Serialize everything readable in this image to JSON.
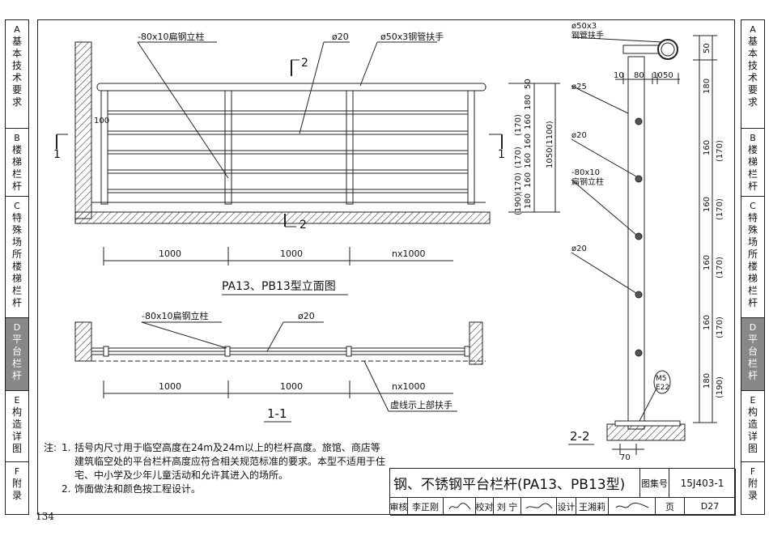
{
  "left_tabs": [
    {
      "code": "A",
      "label": "基本技术要求",
      "active": false
    },
    {
      "code": "B",
      "label": "楼梯栏杆",
      "active": false
    },
    {
      "code": "C",
      "label": "特殊场所楼梯栏杆",
      "active": false
    },
    {
      "code": "D",
      "label": "平台栏杆",
      "active": true
    },
    {
      "code": "E",
      "label": "构造详图",
      "active": false
    },
    {
      "code": "F",
      "label": "附录",
      "active": false
    }
  ],
  "right_tabs": [
    {
      "code": "A",
      "label": "基本技术要求",
      "active": false
    },
    {
      "code": "B",
      "label": "楼梯栏杆",
      "active": false
    },
    {
      "code": "C",
      "label": "特殊场所楼梯栏杆",
      "active": false
    },
    {
      "code": "D",
      "label": "平台栏杆",
      "active": true
    },
    {
      "code": "E",
      "label": "构造详图",
      "active": false
    },
    {
      "code": "F",
      "label": "附录",
      "active": false
    }
  ],
  "elevation": {
    "title": "PA13、PB13型立面图",
    "labels": {
      "flat_post": "-80x10扁钢立柱",
      "rod": "ø20",
      "handrail": "ø50x3钢管扶手",
      "cut2": "2",
      "cut1": "1",
      "dim100": "100"
    },
    "dims_bottom": [
      "1000",
      "1000",
      "nx1000"
    ],
    "dims_right_a": [
      "50",
      "180",
      "160",
      "160",
      "160",
      "160",
      "180"
    ],
    "dims_right_b": [
      "(170)",
      "(170)",
      "(170)",
      "(170)",
      "(190)"
    ],
    "dim_total": "1050(1100)"
  },
  "plan": {
    "title": "1-1",
    "labels": {
      "flat_post": "-80x10扁钢立柱",
      "rod": "ø20",
      "dashed_note": "虚线示上部扶手"
    },
    "dims_bottom": [
      "1000",
      "1000",
      "nx1000"
    ]
  },
  "section": {
    "title": "2-2",
    "labels": {
      "pipe": "ø50x3",
      "handrail": "钢管扶手",
      "d25": "ø25",
      "d20a": "ø20",
      "flat_post": "-80x10",
      "flat_post2": "扁钢立柱",
      "d20b": "ø20",
      "bolt1": "M5",
      "bolt2": "E22"
    },
    "dims_top": [
      "10",
      "80",
      "10",
      "50"
    ],
    "dims_bottom": "70",
    "dims_right_a": [
      "50",
      "180",
      "160",
      "160",
      "160",
      "160",
      "180"
    ],
    "dims_right_b": [
      "(170)",
      "(170)",
      "(170)",
      "(170)",
      "(190)"
    ]
  },
  "notes": {
    "label": "注:",
    "items": [
      {
        "num": "1.",
        "text": "括号内尺寸用于临空高度在24m及24m以上的栏杆高度。旅馆、商店等建筑临空处的平台栏杆高度应符合相关规范标准的要求。本型不适用于住宅、中小学及少年儿童活动和允许其进入的场所。"
      },
      {
        "num": "2.",
        "text": "饰面做法和颜色按工程设计。"
      }
    ]
  },
  "title_block": {
    "title": "钢、不锈钢平台栏杆(PA13、PB13型)",
    "atlas_label": "图集号",
    "atlas_no": "15J403-1",
    "review_label": "审核",
    "reviewer": "李正刚",
    "check_label": "校对",
    "checker": "刘 宁",
    "design_label": "设计",
    "designer": "王湘莉",
    "page_label": "页",
    "page_no": "D27"
  },
  "page_number": "134"
}
